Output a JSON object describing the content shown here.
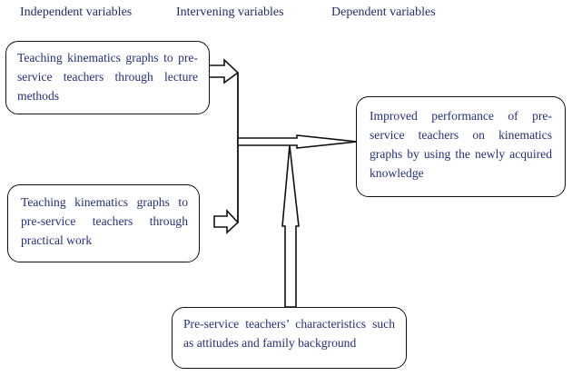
{
  "headings": {
    "independent": "Independent variables",
    "intervening": "Intervening variables",
    "dependent": "Dependent variables"
  },
  "boxes": {
    "lecture": "Teaching kinematics graphs to pre-service teachers through lecture methods",
    "practical": "Teaching kinematics graphs to pre-service teachers through practical work",
    "outcome": "Improved performance of pre-service teachers on kinematics graphs by using the newly acquired knowledge",
    "characteristics": "Pre-service teachers’ characteristics such as attitudes and family background"
  },
  "colors": {
    "text": "#24307a",
    "line": "#111111"
  }
}
